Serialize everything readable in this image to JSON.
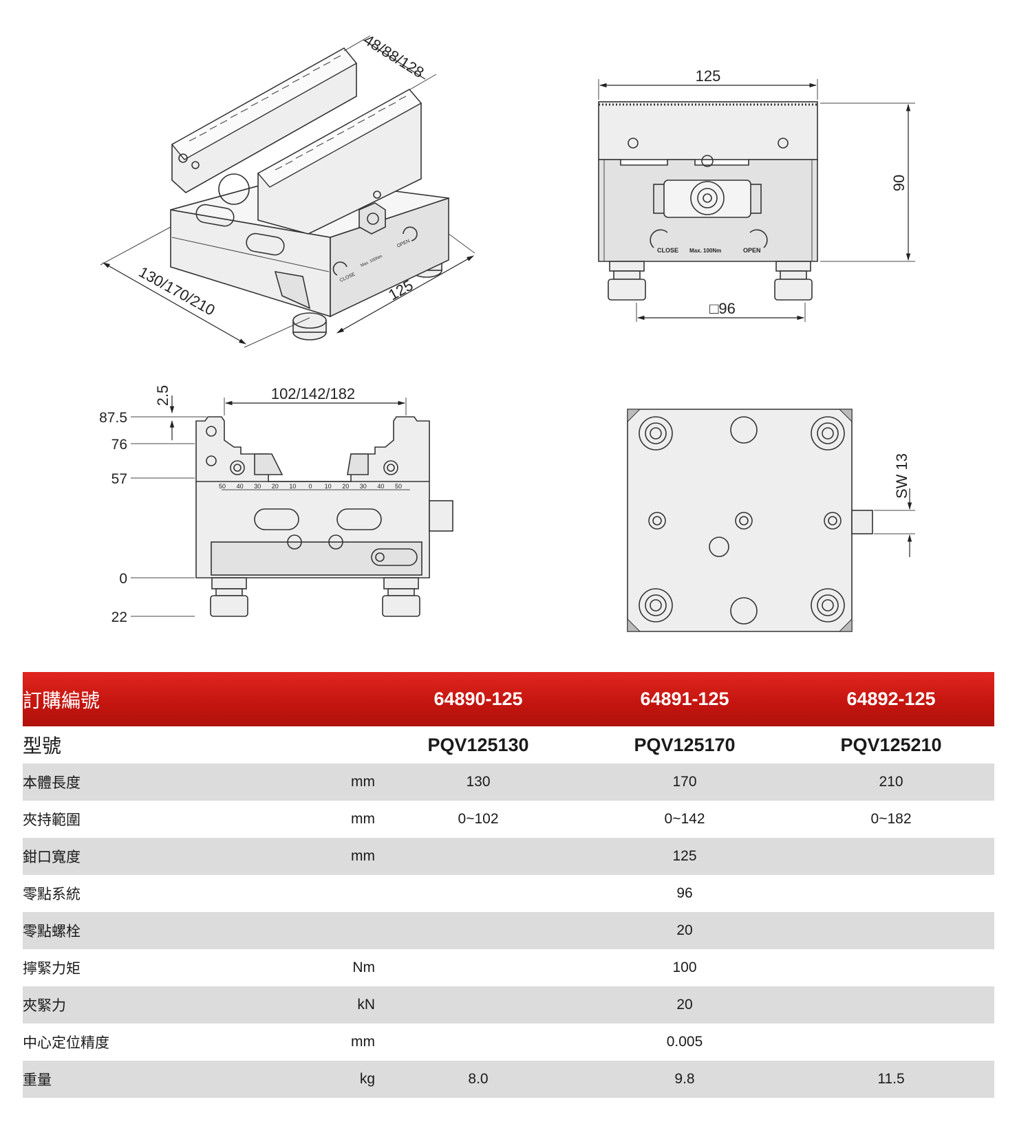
{
  "drawings": {
    "iso": {
      "dim_jaw": "48/88/128",
      "dim_length": "130/170/210",
      "dim_width": "125",
      "label_close": "CLOSE",
      "label_open": "OPEN",
      "label_torque": "Max. 100Nm"
    },
    "front": {
      "dim_width": "125",
      "dim_height": "90",
      "dim_base": "□96",
      "label_close": "CLOSE",
      "label_open": "OPEN",
      "label_torque": "Max. 100Nm"
    },
    "side": {
      "dim_top": "102/142/182",
      "dim_step": "2.5",
      "heights": [
        "87.5",
        "76",
        "57",
        "0",
        "22"
      ],
      "scale": [
        "50",
        "40",
        "30",
        "20",
        "10",
        "0",
        "10",
        "20",
        "30",
        "40",
        "50"
      ]
    },
    "bottom": {
      "dim_sw": "SW 13"
    }
  },
  "table": {
    "header_label": "訂購編號",
    "order_numbers": [
      "64890-125",
      "64891-125",
      "64892-125"
    ],
    "model_label": "型號",
    "models": [
      "PQV125130",
      "PQV125170",
      "PQV125210"
    ],
    "rows": [
      {
        "label": "本體長度",
        "unit": "mm",
        "values": [
          "130",
          "170",
          "210"
        ]
      },
      {
        "label": "夾持範圍",
        "unit": "mm",
        "values": [
          "0~102",
          "0~142",
          "0~182"
        ]
      },
      {
        "label": "鉗口寬度",
        "unit": "mm",
        "value": "125"
      },
      {
        "label": "零點系統",
        "unit": "",
        "value": "96"
      },
      {
        "label": "零點螺栓",
        "unit": "",
        "value": "20"
      },
      {
        "label": "擰緊力矩",
        "unit": "Nm",
        "value": "100"
      },
      {
        "label": "夾緊力",
        "unit": "kN",
        "value": "20"
      },
      {
        "label": "中心定位精度",
        "unit": "mm",
        "value": "0.005"
      },
      {
        "label": "重量",
        "unit": "kg",
        "values": [
          "8.0",
          "9.8",
          "11.5"
        ]
      }
    ]
  }
}
